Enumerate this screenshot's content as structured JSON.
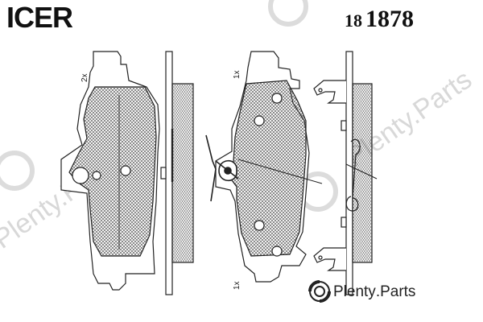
{
  "brand": {
    "name": "ICER"
  },
  "part_number": {
    "prefix": "18",
    "number": "1878"
  },
  "quantities": {
    "pad_left": "2x",
    "pad_right_top": "1x",
    "pad_right_bottom": "1x"
  },
  "watermark": {
    "site": "Plenty.Parts"
  },
  "footer_logo": {
    "word": "Plenty",
    "suffix": ".Parts"
  },
  "colors": {
    "line": "#222222",
    "hatch": "#555555",
    "watermark": "#d8d8d8"
  }
}
